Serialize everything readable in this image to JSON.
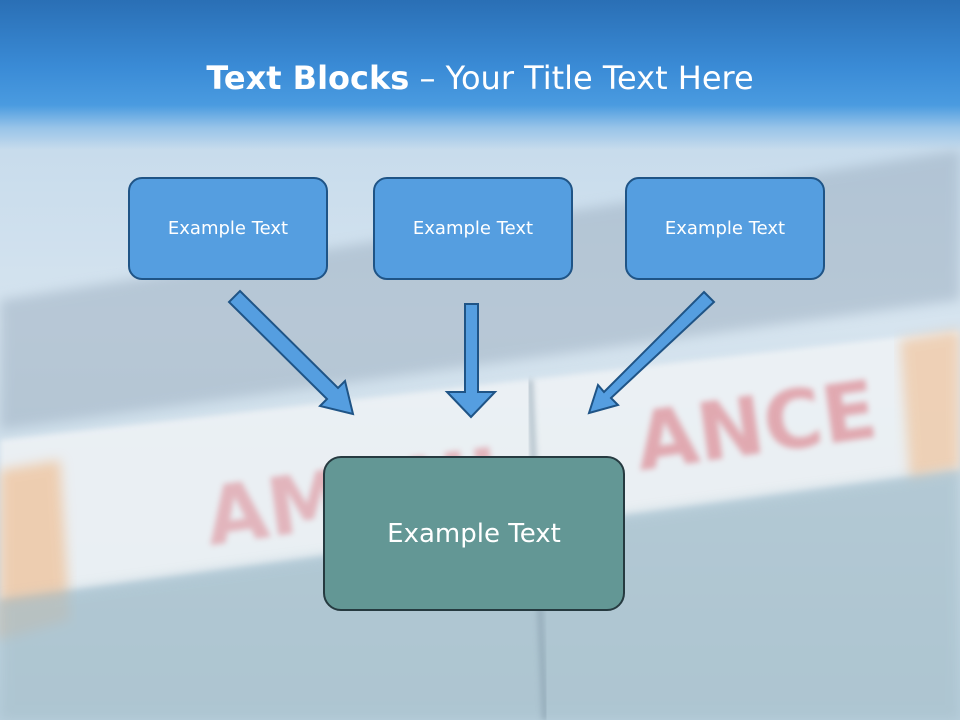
{
  "slide": {
    "title_bold": "Text Blocks",
    "title_rest": " – Your Title Text Here"
  },
  "blocks": [
    {
      "label": "Example Text"
    },
    {
      "label": "Example Text"
    },
    {
      "label": "Example Text"
    }
  ],
  "main_block": {
    "label": "Example Text"
  },
  "background": {
    "description_word": "ANCE",
    "prefix_word": "AMBUL",
    "block_color": "#559ee0",
    "main_block_color": "#639795",
    "title_band_color": "#3a8bd6"
  }
}
